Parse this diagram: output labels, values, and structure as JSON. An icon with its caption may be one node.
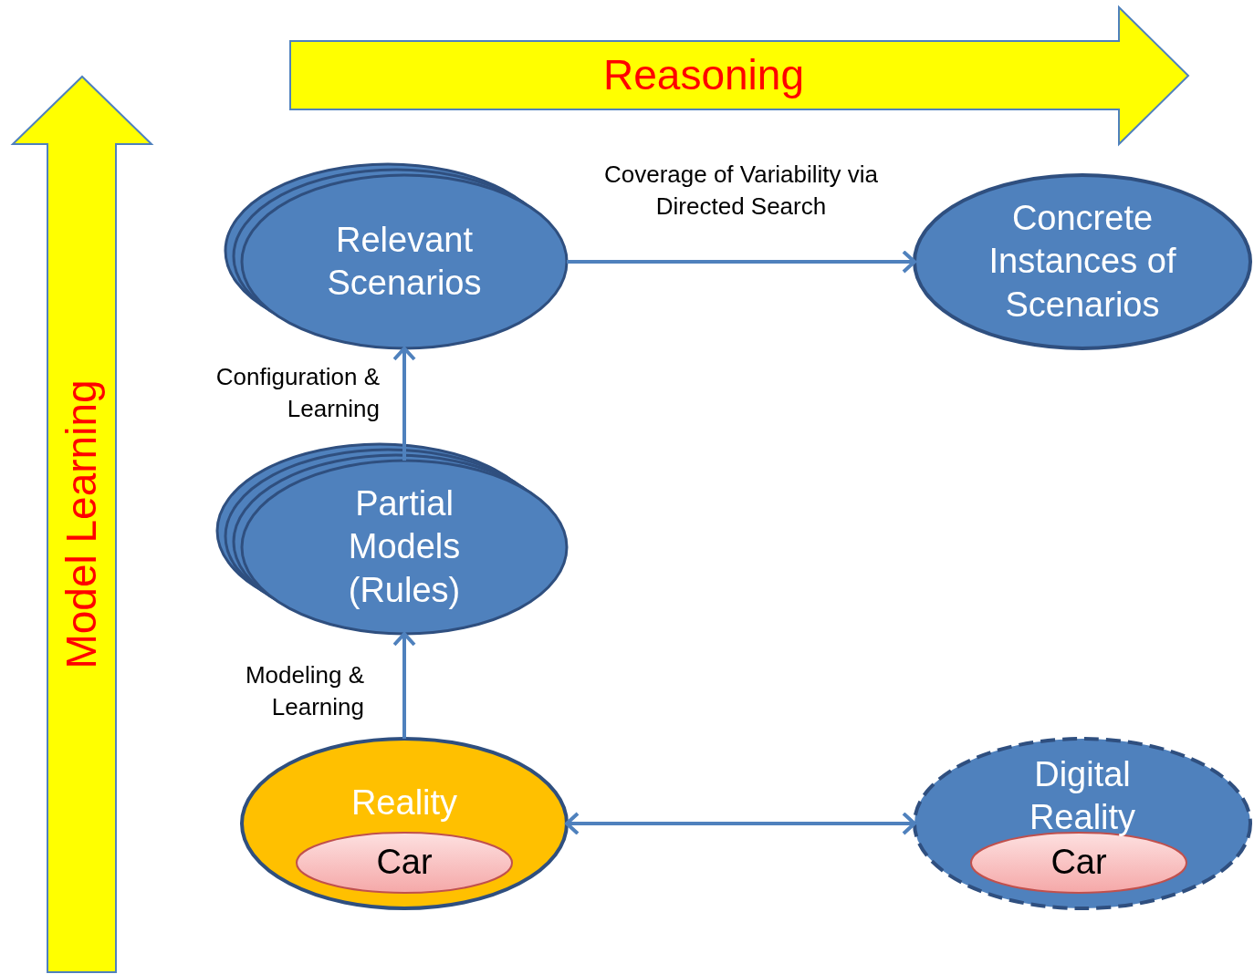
{
  "diagram": {
    "nodes": [
      {
        "text": [
          "Reasoning"
        ]
      },
      {
        "text": [
          "Model Learning"
        ]
      },
      {
        "text": [
          "Relevant Scenarios"
        ]
      },
      {
        "text": [
          "Concrete Instances of Scenarios"
        ]
      },
      {
        "text": [
          "Partial Models (Rules)"
        ]
      },
      {
        "text": [
          "Reality"
        ]
      },
      {
        "text": [
          "Car"
        ],
        "in": 5
      },
      {
        "text": [
          "Digital Reality"
        ]
      },
      {
        "text": [
          "Car"
        ],
        "in": 7
      }
    ],
    "edges": [
      {
        "from": 2,
        "to": 3,
        "arrow": "to",
        "label": "Coverage of Variability via Directed Search"
      },
      {
        "from": 4,
        "to": 2,
        "arrow": "to",
        "label": "Configuration & Learning"
      },
      {
        "from": 5,
        "to": 4,
        "arrow": "to",
        "label": "Modeling & Learning"
      },
      {
        "from": 5,
        "to": 7,
        "arrow": "both"
      }
    ]
  }
}
